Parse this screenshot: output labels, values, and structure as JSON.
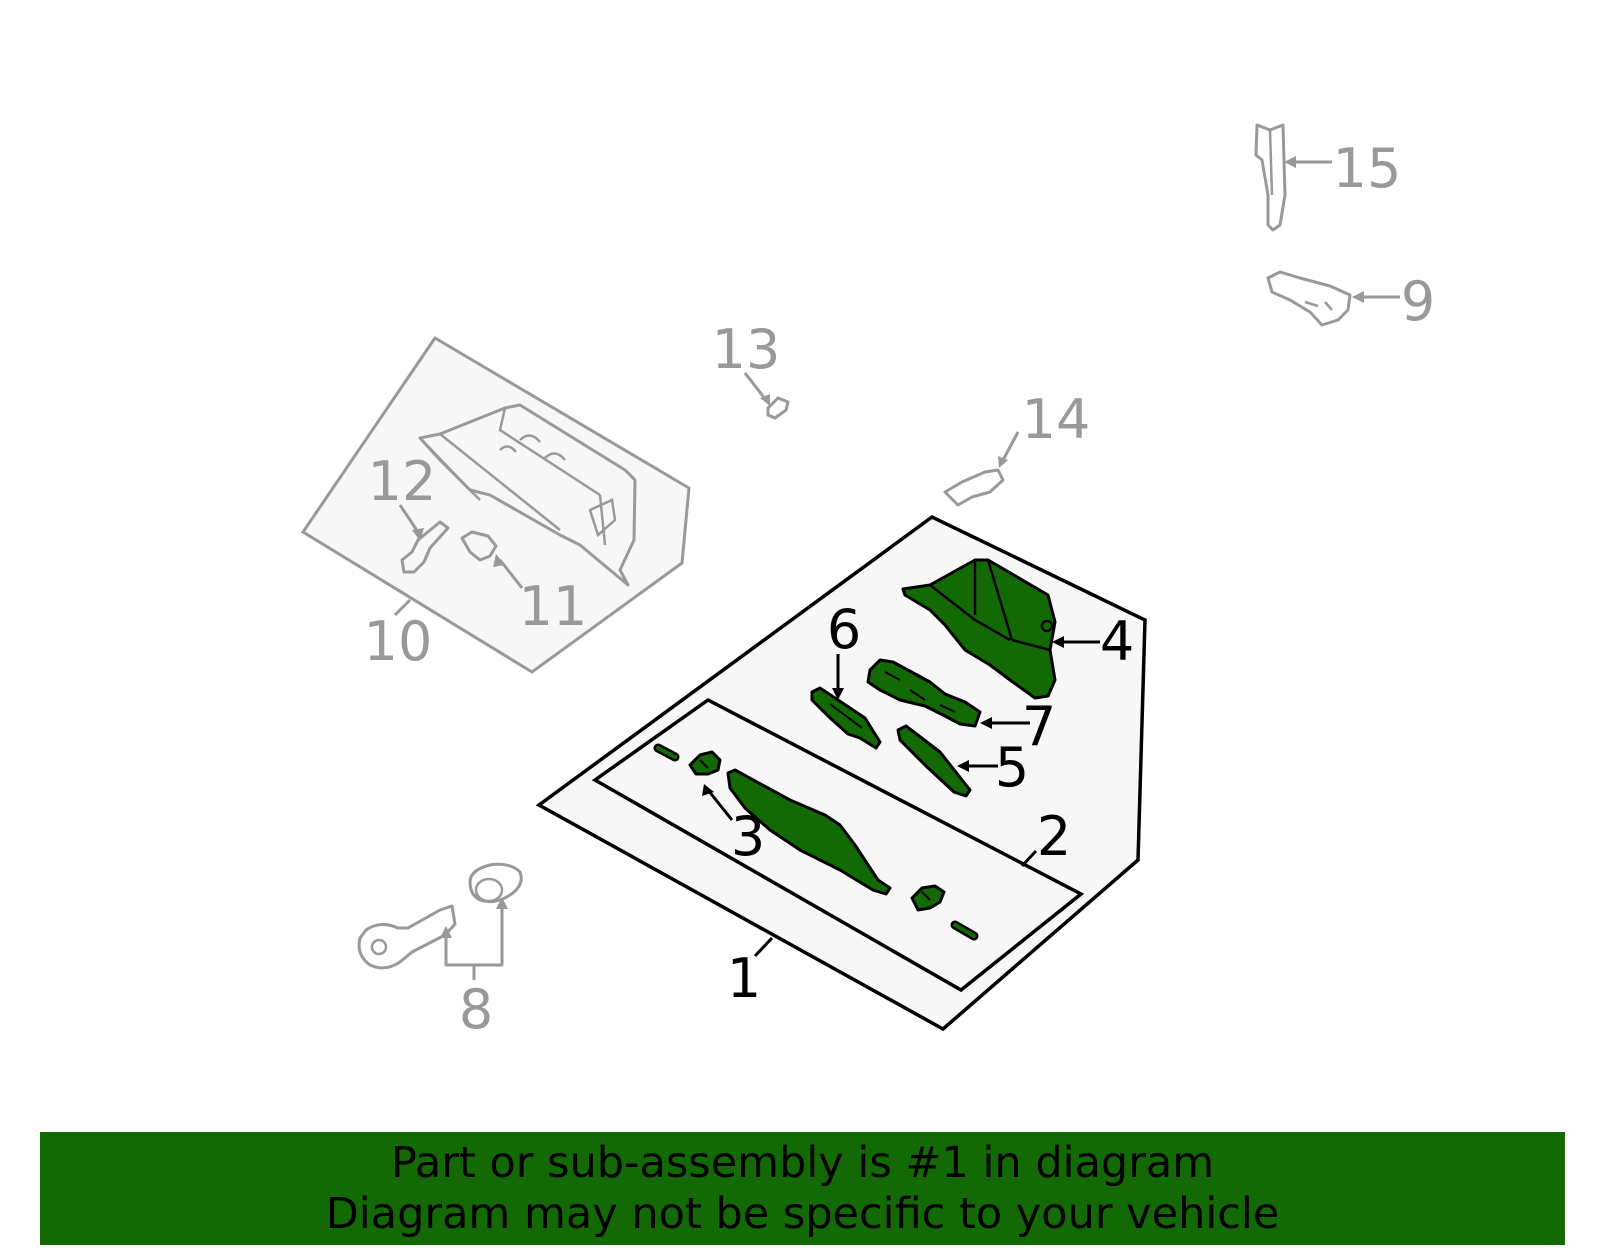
{
  "callouts": {
    "n1": "1",
    "n2": "2",
    "n3": "3",
    "n4": "4",
    "n5": "5",
    "n6": "6",
    "n7": "7",
    "n8": "8",
    "n9": "9",
    "n10": "10",
    "n11": "11",
    "n12": "12",
    "n13": "13",
    "n14": "14",
    "n15": "15"
  },
  "highlighted_part": "1",
  "banner": {
    "line1": "Part or sub-assembly is #1 in diagram",
    "line2": "Diagram may not be specific to your vehicle"
  },
  "colors": {
    "highlight_fill": "#136a05",
    "banner_background": "#136a05",
    "panel_fill": "#f7f7f7",
    "grey_parts": "#999999"
  }
}
